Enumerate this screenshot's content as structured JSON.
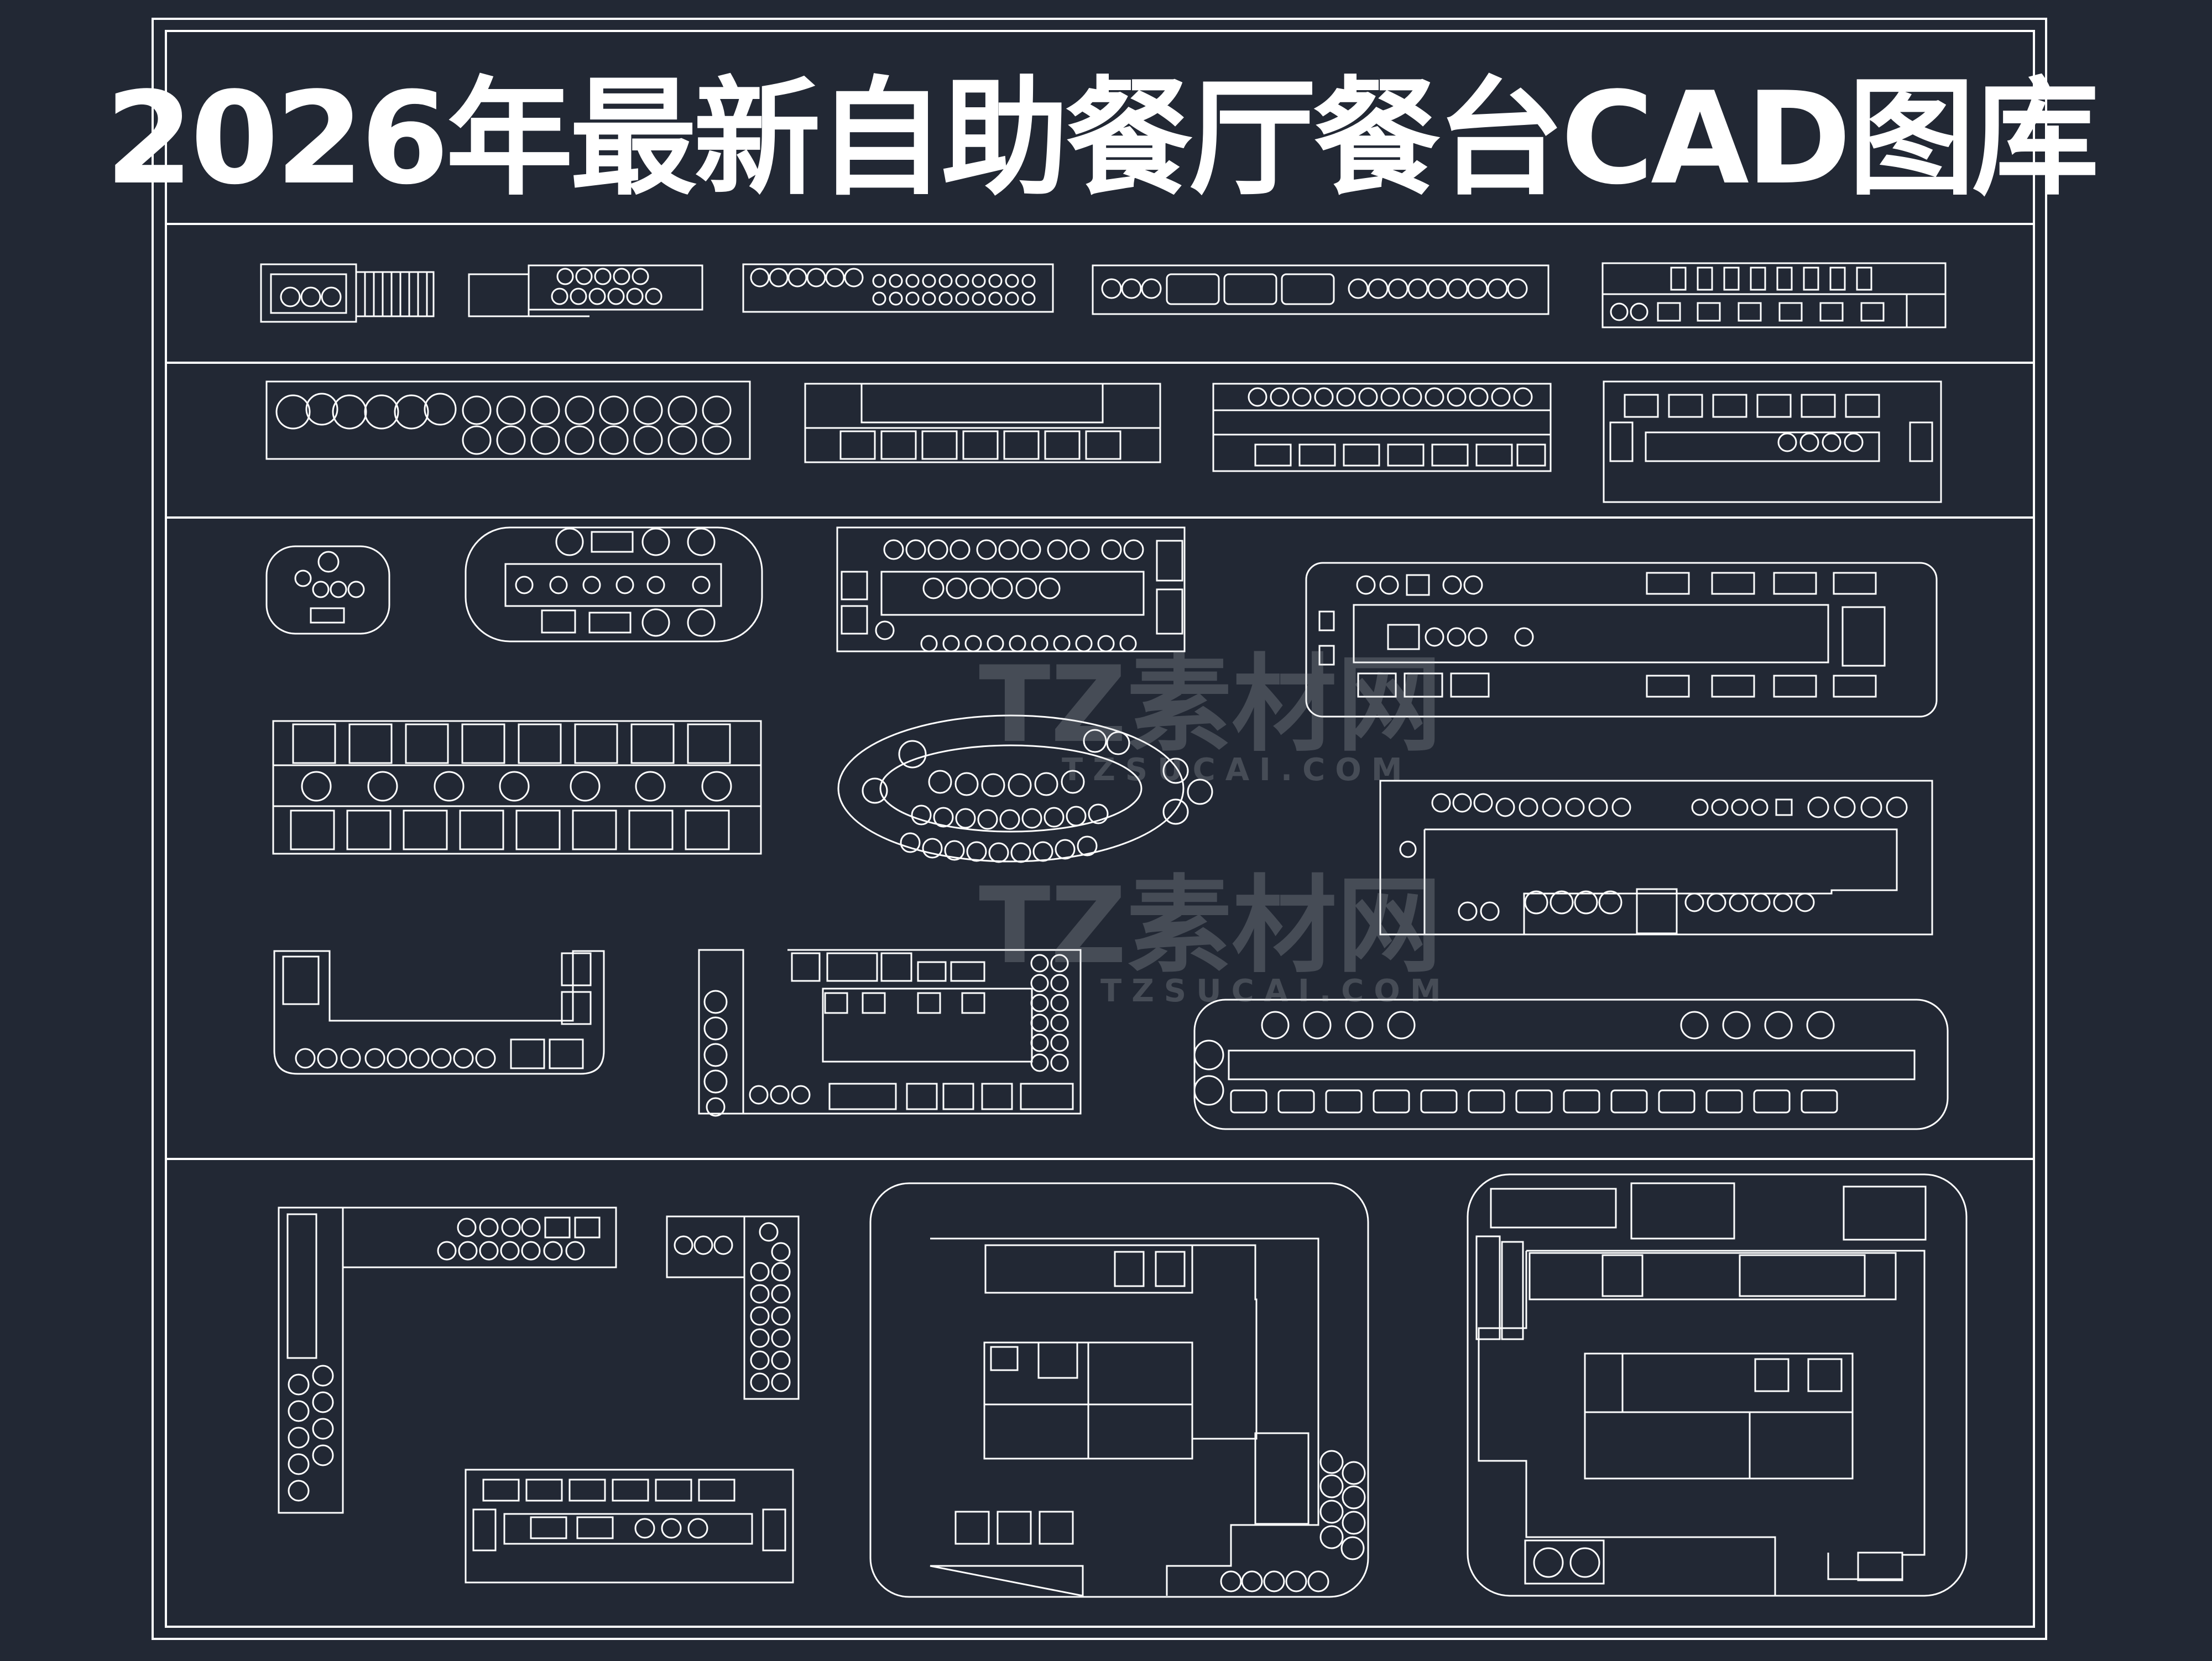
{
  "title": "2026年最新自助餐厅餐台CAD图库",
  "watermark": {
    "brand": "TZ素材网",
    "url": "TZSUCAI.COM"
  },
  "colors": {
    "background": "#222834",
    "line": "#ffffff",
    "watermark": "#c8cdd2"
  }
}
